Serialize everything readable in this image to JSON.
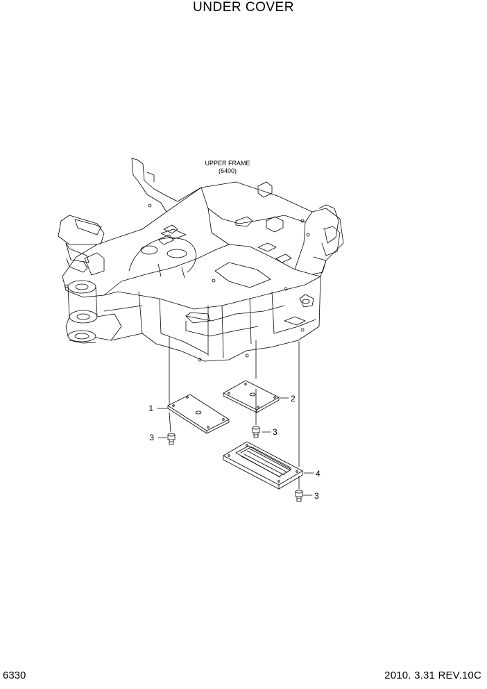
{
  "page": {
    "title": "UNDER COVER",
    "page_number": "6330",
    "date_revision": "2010. 3.31  REV.10C"
  },
  "diagram": {
    "frame_label_line1": "UPPER FRAME",
    "frame_label_line2": "(6400)",
    "callouts": [
      {
        "id": "1",
        "label": "1"
      },
      {
        "id": "2",
        "label": "2"
      },
      {
        "id": "3a",
        "label": "3"
      },
      {
        "id": "3b",
        "label": "3"
      },
      {
        "id": "4",
        "label": "4"
      },
      {
        "id": "3c",
        "label": "3"
      }
    ]
  }
}
